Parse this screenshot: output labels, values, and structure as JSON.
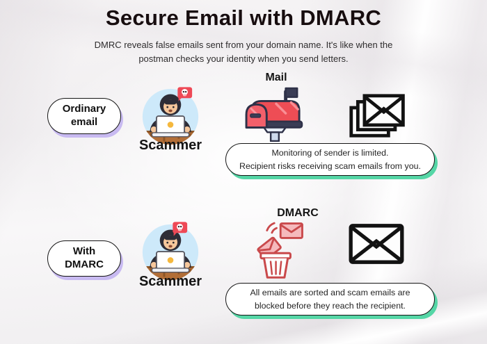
{
  "header": {
    "title": "Secure Email with DMARC",
    "subtitle": "DMRC reveals false emails sent from your domain name. It's like  when the postman checks your identity when you send letters."
  },
  "rows": [
    {
      "tag_line1": "Ordinary",
      "tag_line2": "email",
      "actor_label": "Scammer",
      "icon_caption": "Mail",
      "callout_line1": "Monitoring of sender is limited.",
      "callout_line2": "Recipient risks receiving scam emails from you."
    },
    {
      "tag_line1": "With",
      "tag_line2": "DMARC",
      "actor_label": "Scammer",
      "icon_caption": "DMARC",
      "callout_line1": "All emails are sorted and scam emails are",
      "callout_line2": "blocked before they reach the recipient."
    }
  ],
  "icons": {
    "scammer": "scammer-at-laptop-icon",
    "scammer_badge": "skull-alert-icon",
    "mailbox": "mailbox-icon",
    "stacked_envelopes": "stacked-envelopes-icon",
    "spam_trash": "spam-trash-icon",
    "envelope": "envelope-icon"
  },
  "colors": {
    "title_text": "#170d0f",
    "tag_shadow_lavender": "#c8baf1",
    "callout_shadow_mint": "#55d6a6",
    "badge_red": "#ee4956",
    "mailbox_red": "#ee4d55",
    "mailbox_navy": "#3a3d55",
    "spam_icon_red": "#c9494b",
    "scammer_circle_blue": "#cde9fa",
    "desk_brown": "#b26e37"
  }
}
